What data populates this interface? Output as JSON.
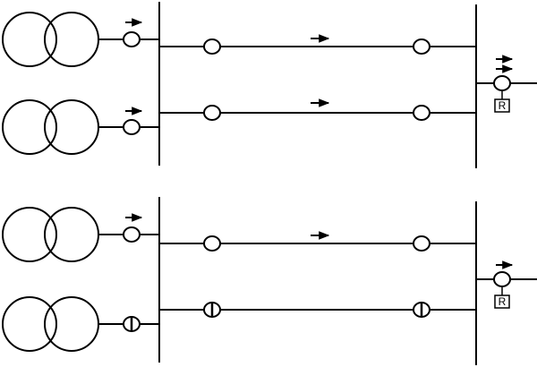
{
  "diagram": {
    "description_free": true,
    "relay_label": "R",
    "panels": [
      {
        "id": "top",
        "transformers": [
          {
            "id": "t1",
            "breaker": "open-circle",
            "arrow": "right"
          },
          {
            "id": "t2",
            "breaker": "open-circle",
            "arrow": "right"
          }
        ],
        "lines": [
          {
            "id": "l1",
            "arrow": "right",
            "breaker_type": "open-circle"
          },
          {
            "id": "l2",
            "arrow": "right",
            "breaker_type": "open-circle"
          }
        ],
        "load": {
          "arrows": 2,
          "relay": true
        }
      },
      {
        "id": "bottom",
        "transformers": [
          {
            "id": "t3",
            "breaker": "open-circle",
            "arrow": "right"
          },
          {
            "id": "t4",
            "breaker": "barred-circle",
            "arrow": "none"
          }
        ],
        "lines": [
          {
            "id": "l3",
            "arrow": "right",
            "breaker_type": "open-circle"
          },
          {
            "id": "l4",
            "arrow": "none",
            "breaker_type": "barred-circle"
          }
        ],
        "load": {
          "arrows": 1,
          "relay": true
        }
      }
    ]
  }
}
